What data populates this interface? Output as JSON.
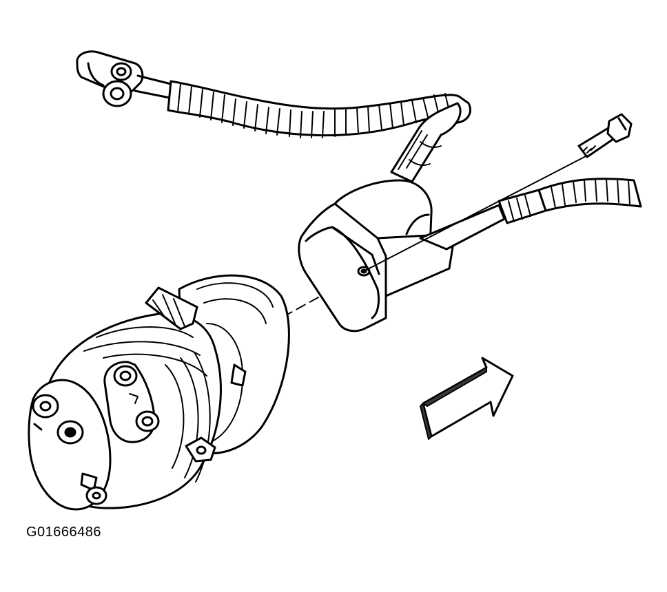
{
  "figure": {
    "id_label": "G01666486",
    "colors": {
      "ink": "#000000",
      "paper": "#ffffff",
      "arrow_shade": "#3a3a3a"
    },
    "parts": [
      "ac-compressor",
      "hose-assembly",
      "suction-hose",
      "discharge-hose",
      "manifold-block",
      "mounting-bolt",
      "direction-arrow"
    ]
  }
}
